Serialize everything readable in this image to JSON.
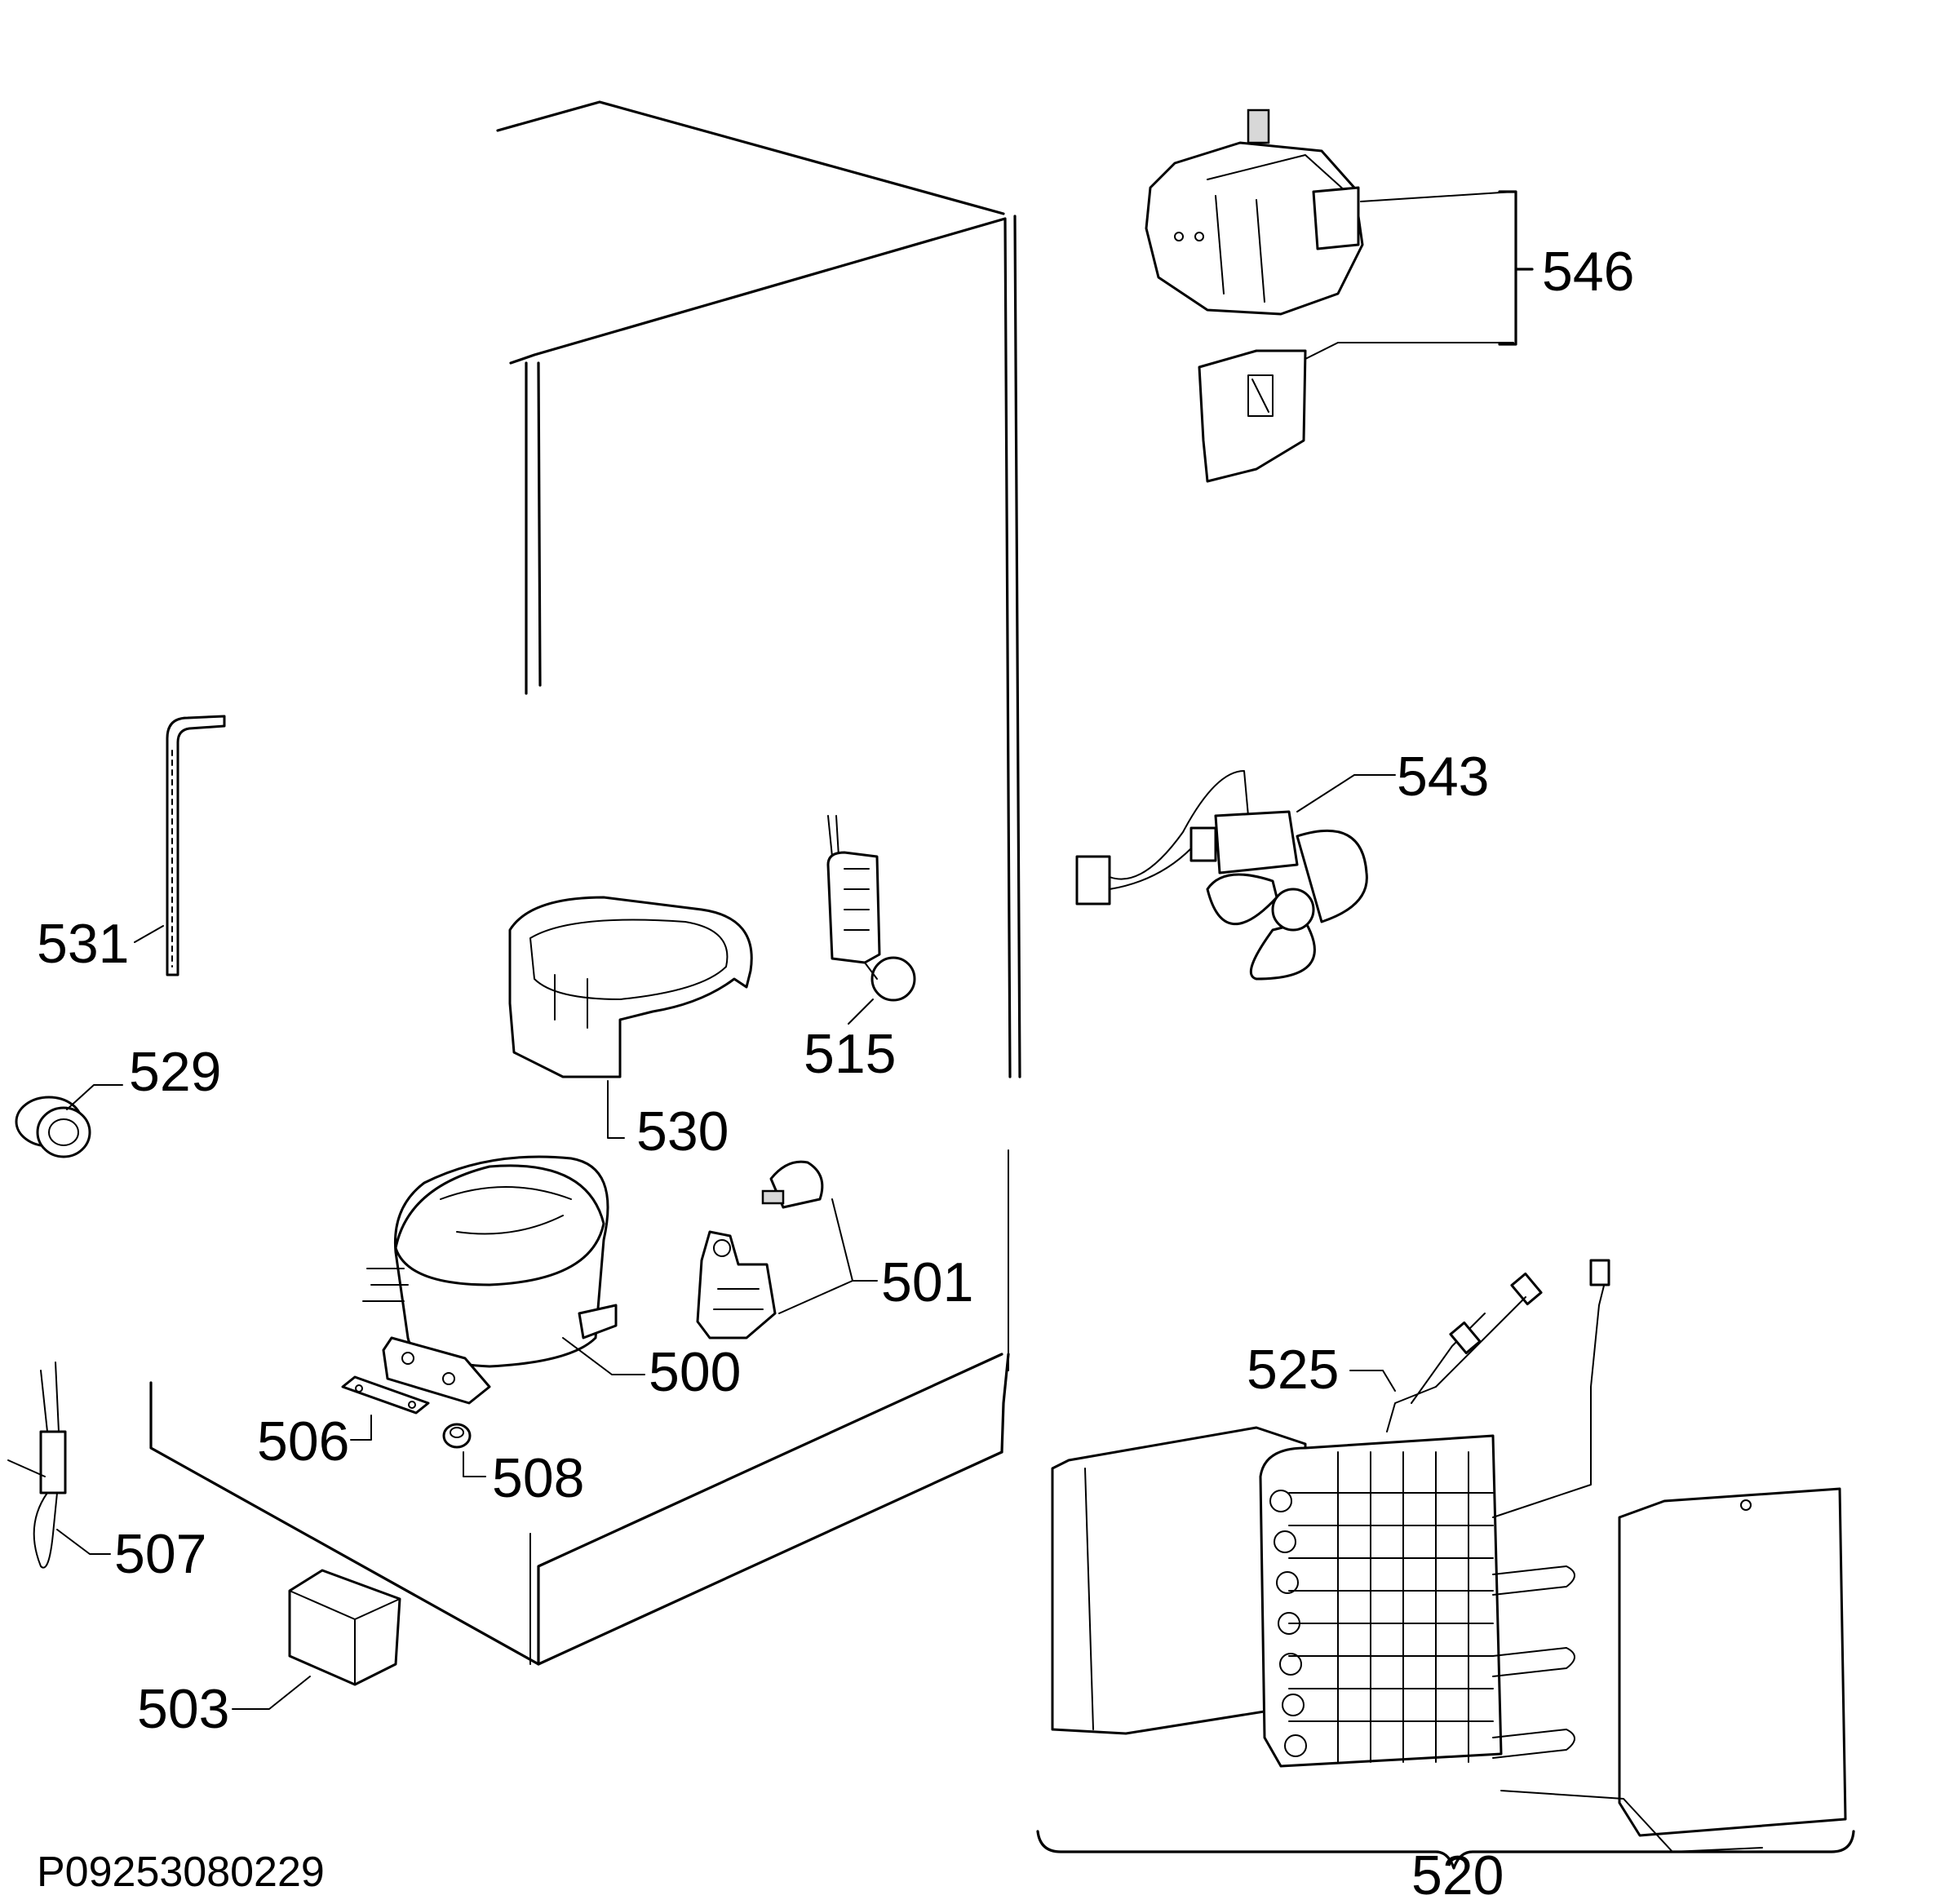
{
  "drawing_code": "P09253080229",
  "callouts": {
    "c500": "500",
    "c501": "501",
    "c503": "503",
    "c506": "506",
    "c507": "507",
    "c508": "508",
    "c515": "515",
    "c520": "520",
    "c525": "525",
    "c529": "529",
    "c530": "530",
    "c531": "531",
    "c543": "543",
    "c546": "546"
  },
  "parts": [
    {
      "id": "500",
      "icon": "compressor-icon"
    },
    {
      "id": "501",
      "icon": "relay-icon"
    },
    {
      "id": "503",
      "icon": "capacitor-box-icon"
    },
    {
      "id": "506",
      "icon": "bracket-plate-icon"
    },
    {
      "id": "507",
      "icon": "heater-wire-icon"
    },
    {
      "id": "508",
      "icon": "grommet-icon"
    },
    {
      "id": "515",
      "icon": "defrost-heater-icon"
    },
    {
      "id": "520",
      "icon": "evaporator-icon"
    },
    {
      "id": "525",
      "icon": "sensor-harness-icon"
    },
    {
      "id": "529",
      "icon": "drain-plug-icon"
    },
    {
      "id": "530",
      "icon": "drip-tray-icon"
    },
    {
      "id": "531",
      "icon": "drain-hose-icon"
    },
    {
      "id": "543",
      "icon": "fan-motor-icon"
    },
    {
      "id": "546",
      "icon": "damper-assembly-icon"
    }
  ]
}
